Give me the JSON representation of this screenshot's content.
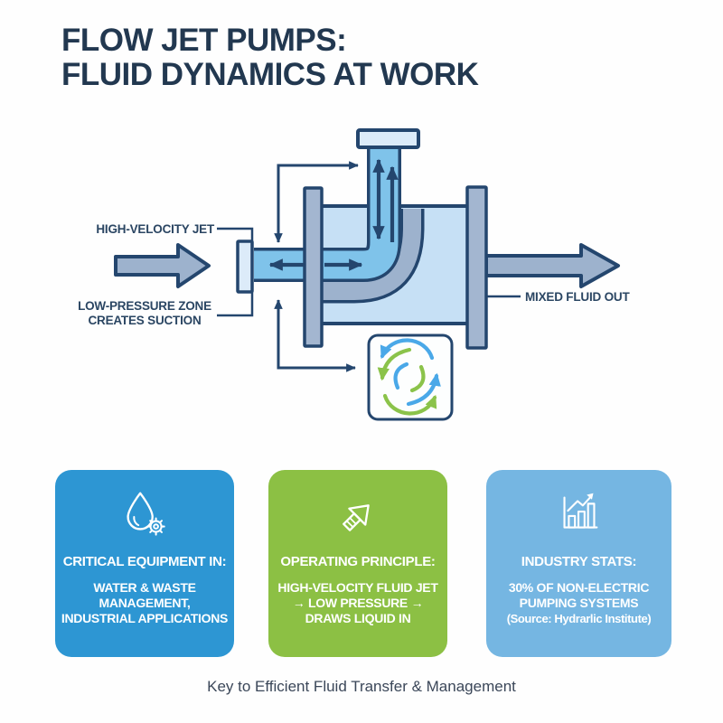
{
  "title": {
    "line1": "FLOW JET PUMPS:",
    "line2": "FLUID DYNAMICS AT WORK"
  },
  "diagram": {
    "labels": {
      "jet": "HIGH-VELOCITY JET",
      "suction_line1": "LOW-PRESSURE ZONE",
      "suction_line2": "CREATES SUCTION",
      "outlet": "MIXED FLUID OUT"
    },
    "icons": {
      "vortex": "vortex-swirl-icon"
    }
  },
  "cards": [
    {
      "icon": "water-drop-gear-icon",
      "heading": "CRITICAL EQUIPMENT IN:",
      "body_lines": [
        "WATER & WASTE",
        "MANAGEMENT,",
        "INDUSTRIAL APPLICATIONS"
      ],
      "color": "#2d96d3"
    },
    {
      "icon": "jet-arrow-icon",
      "heading": "OPERATING PRINCIPLE:",
      "body_lines": [
        "HIGH-VELOCITY FLUID JET",
        "→ LOW PRESSURE →",
        "DRAWS LIQUID IN"
      ],
      "color": "#8cc044"
    },
    {
      "icon": "bar-chart-icon",
      "heading": "INDUSTRY STATS:",
      "body_lines": [
        "30% OF NON-ELECTRIC",
        "PUMPING SYSTEMS",
        "(Source: Hydrarlic Institute)"
      ],
      "color": "#75b6e2"
    }
  ],
  "footer": {
    "caption": "Key to Efficient Fluid Transfer & Management"
  },
  "colors": {
    "title_navy": "#223850",
    "diagram_outline_navy": "#24466e",
    "pipe_gray_blue": "#9db2cd",
    "pump_body_blue": "#c6e0f5",
    "channel_blue": "#7fc3ea",
    "flange_pale_blue": "#dcebf9",
    "swirl_blue": "#4aa8e8",
    "swirl_green": "#8bc34a",
    "footer_text": "#3b4759"
  }
}
